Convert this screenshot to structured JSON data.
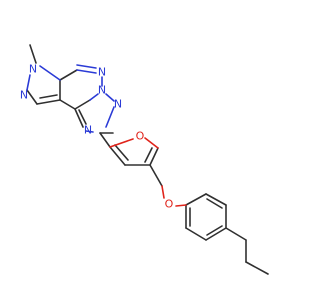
{
  "atoms": {
    "n1": "N",
    "n2": "N",
    "n3": "N",
    "n4": "N",
    "n5": "N",
    "n6": "N",
    "o1": "O",
    "o2": "O"
  },
  "colors": {
    "carbon": "#303030",
    "nitrogen": "#2b3bd6",
    "oxygen": "#e0241b",
    "background": "#ffffff"
  }
}
